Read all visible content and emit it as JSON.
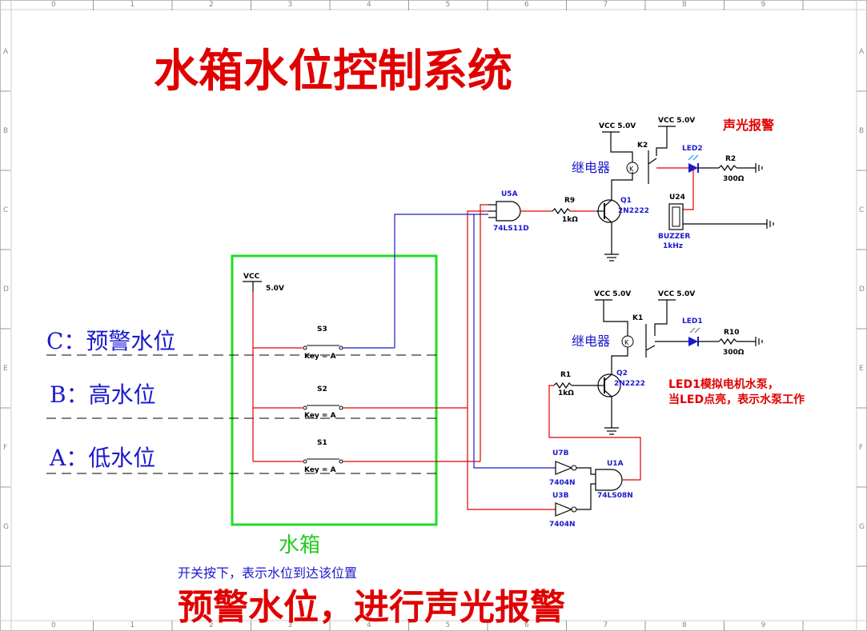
{
  "title": "水箱水位控制系统",
  "bottom_title": "预警水位，进行声光报警",
  "frame": {
    "cols": [
      "0",
      "1",
      "2",
      "3",
      "4",
      "5",
      "6",
      "7",
      "8",
      "9"
    ],
    "rows": [
      "A",
      "B",
      "C",
      "D",
      "E",
      "F",
      "G"
    ]
  },
  "levels": {
    "c": "C：预警水位",
    "b": "B：高水位",
    "a": "A：低水位"
  },
  "tank": {
    "label": "水箱",
    "note": "开关按下，表示水位到达该位置"
  },
  "vcc_main": {
    "name": "VCC",
    "value": "5.0V"
  },
  "switches": {
    "s3": {
      "name": "S3",
      "key": "Key = A"
    },
    "s2": {
      "name": "S2",
      "key": "Key = A"
    },
    "s1": {
      "name": "S1",
      "key": "Key = A"
    }
  },
  "gates": {
    "u5a": {
      "name": "U5A",
      "part": "74LS11D"
    },
    "u7b": {
      "name": "U7B",
      "part": "7404N"
    },
    "u3b": {
      "name": "U3B",
      "part": "7404N"
    },
    "u1a": {
      "name": "U1A",
      "part": "74LS08N"
    }
  },
  "alarm": {
    "label": "声光报警",
    "relay_label": "继电器",
    "vcc1": "VCC 5.0V",
    "vcc2": "VCC 5.0V",
    "k": "K2",
    "led": "LED2",
    "r": {
      "name": "R2",
      "value": "300Ω"
    },
    "rb": {
      "name": "R9",
      "value": "1kΩ"
    },
    "q": {
      "name": "Q1",
      "part": "2N2222"
    },
    "buzzer": {
      "name": "U24",
      "part": "BUZZER",
      "freq": "1kHz"
    }
  },
  "pump": {
    "relay_label": "继电器",
    "vcc1": "VCC 5.0V",
    "vcc2": "VCC 5.0V",
    "k": "K1",
    "led": "LED1",
    "r": {
      "name": "R10",
      "value": "300Ω"
    },
    "rb": {
      "name": "R1",
      "value": "1kΩ"
    },
    "q": {
      "name": "Q2",
      "part": "2N2222"
    },
    "note1": "LED1模拟电机水泵，",
    "note2": "当LED点亮，表示水泵工作"
  }
}
